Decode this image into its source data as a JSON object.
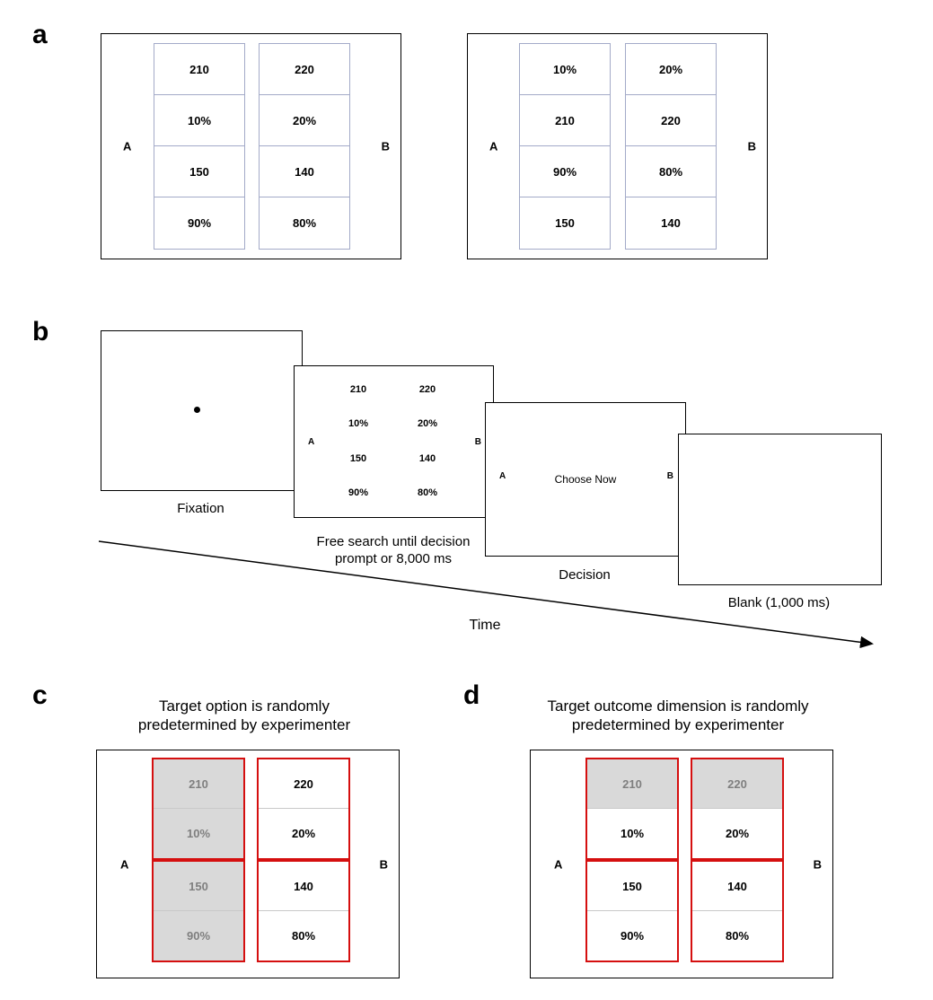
{
  "colors": {
    "red": "#d50f0f",
    "gray_fill": "#d9d9d9",
    "gray_text": "#7f7f7f",
    "cell_border": "#a3aac8"
  },
  "panel_a": {
    "label": "a",
    "boxes": [
      {
        "left": "A",
        "right": "B",
        "col_a": [
          "210",
          "10%",
          "150",
          "90%"
        ],
        "col_b": [
          "220",
          "20%",
          "140",
          "80%"
        ]
      },
      {
        "left": "A",
        "right": "B",
        "col_a": [
          "10%",
          "210",
          "90%",
          "150"
        ],
        "col_b": [
          "20%",
          "220",
          "80%",
          "140"
        ]
      }
    ]
  },
  "panel_b": {
    "label": "b",
    "fixation": {
      "caption": "Fixation"
    },
    "search": {
      "caption_line1": "Free search until decision",
      "caption_line2": "prompt or 8,000 ms",
      "left": "A",
      "right": "B",
      "col_a": [
        "210",
        "10%",
        "150",
        "90%"
      ],
      "col_b": [
        "220",
        "20%",
        "140",
        "80%"
      ]
    },
    "decision": {
      "caption": "Decision",
      "prompt": "Choose Now",
      "left": "A",
      "right": "B"
    },
    "blank": {
      "caption": "Blank (1,000 ms)"
    },
    "time_label": "Time"
  },
  "panel_c": {
    "label": "c",
    "title_line1": "Target option is randomly",
    "title_line2": "predetermined by experimenter",
    "left": "A",
    "right": "B",
    "col_a": [
      "210",
      "10%",
      "150",
      "90%"
    ],
    "col_b": [
      "220",
      "20%",
      "140",
      "80%"
    ]
  },
  "panel_d": {
    "label": "d",
    "title_line1": "Target outcome dimension is randomly",
    "title_line2": "predetermined by experimenter",
    "left": "A",
    "right": "B",
    "col_a": [
      "210",
      "10%",
      "150",
      "90%"
    ],
    "col_b": [
      "220",
      "20%",
      "140",
      "80%"
    ]
  }
}
